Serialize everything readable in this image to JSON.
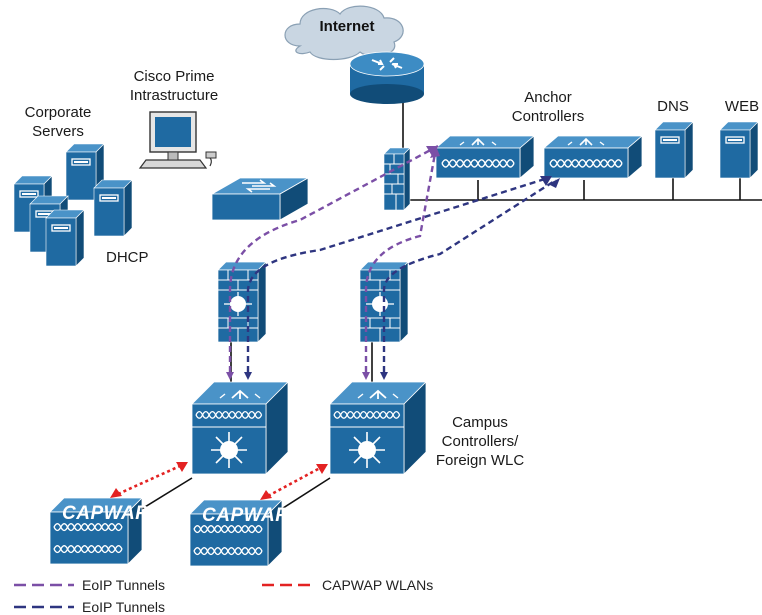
{
  "labels": {
    "internet": "Internet",
    "cisco_prime": [
      "Cisco Prime",
      "Intrastructure"
    ],
    "corporate_servers": [
      "Corporate",
      "Servers"
    ],
    "dhcp": "DHCP",
    "anchor_controllers": [
      "Anchor",
      "Controllers"
    ],
    "dns": "DNS",
    "web": "WEB",
    "campus_controllers": [
      "Campus",
      "Controllers/",
      "Foreign WLC"
    ],
    "capwap": "CAPWAP"
  },
  "legend": {
    "items": [
      {
        "label": "EoIP Tunnels",
        "color": "#7b4fa6"
      },
      {
        "label": "EoIP Tunnels",
        "color": "#2e3580"
      },
      {
        "label": "CAPWAP WLANs",
        "color": "#e32222"
      }
    ]
  },
  "colors": {
    "device_blue": "#1f6aa2",
    "device_dark": "#114c78",
    "device_light": "#3d8cc4",
    "cloud": "#c9d6e2",
    "purple_tunnel": "#7b4fa6",
    "blue_tunnel": "#2e3580",
    "capwap_red": "#e32222"
  }
}
